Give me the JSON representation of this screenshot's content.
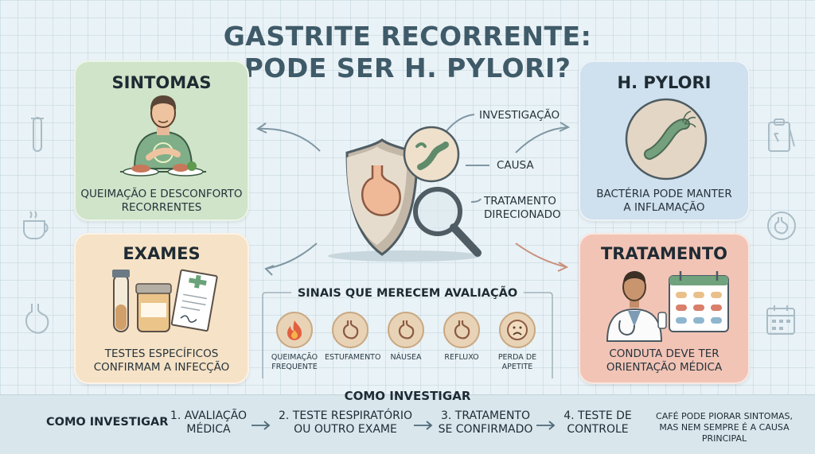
{
  "title_line1": "GASTRITE RECORRENTE:",
  "title_line2": "PODE SER H. PYLORI?",
  "cards": {
    "sintomas": {
      "title": "SINTOMAS",
      "caption_line1": "QUEIMAÇÃO E DESCONFORTO",
      "caption_line2": "RECORRENTES",
      "color": "#cfe4c9"
    },
    "pylori": {
      "title": "H. PYLORI",
      "caption_line1": "BACTÉRIA PODE MANTER",
      "caption_line2": "A INFLAMAÇÃO",
      "color": "#cfe0ee"
    },
    "exames": {
      "title": "EXAMES",
      "caption_line1": "TESTES ESPECÍFICOS",
      "caption_line2": "CONFIRMAM A INFECÇÃO",
      "color": "#f6e2c6"
    },
    "tratamento": {
      "title": "TRATAMENTO",
      "caption_line1": "CONDUTA DEVE TER",
      "caption_line2": "ORIENTAÇÃO MÉDICA",
      "color": "#f2c4b6"
    }
  },
  "center_labels": {
    "investigacao": "INVESTIGAÇÃO",
    "causa": "CAUSA",
    "tratamento_line1": "TRATAMENTO",
    "tratamento_line2": "DIRECIONADO"
  },
  "signals": {
    "title": "SINAIS QUE MERECEM AVALIAÇÃO",
    "items": [
      {
        "line1": "QUEIMAÇÃO",
        "line2": "FREQUENTE",
        "icon": "flame-icon"
      },
      {
        "line1": "ESTUFAMENTO",
        "line2": "",
        "icon": "stomach-icon"
      },
      {
        "line1": "NÁUSEA",
        "line2": "",
        "icon": "stomach-icon"
      },
      {
        "line1": "REFLUXO",
        "line2": "",
        "icon": "stomach-icon"
      },
      {
        "line1": "PERDA DE",
        "line2": "APETITE",
        "icon": "sad-face-icon"
      }
    ]
  },
  "bottom": {
    "heading": "COMO INVESTIGAR",
    "side_label": "COMO INVESTIGAR",
    "steps": [
      {
        "line1": "1. AVALIAÇÃO",
        "line2": "MÉDICA"
      },
      {
        "line1": "2. TESTE RESPIRATÓRIO",
        "line2": "OU OUTRO EXAME"
      },
      {
        "line1": "3. TRATAMENTO",
        "line2": "SE CONFIRMADO"
      },
      {
        "line1": "4. TESTE DE",
        "line2": "CONTROLE"
      }
    ],
    "note_line1": "CAFÉ PODE PIORAR SINTOMAS,",
    "note_line2": "MAS NEM SEMPRE É A CAUSA PRINCIPAL"
  }
}
